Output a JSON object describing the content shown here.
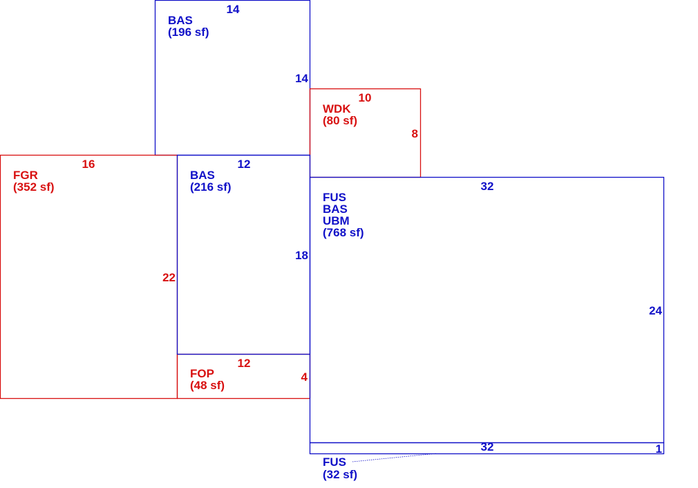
{
  "colors": {
    "blue": "#1010c8",
    "red": "#d81010"
  },
  "areas": [
    {
      "id": "bas-top",
      "code": "BAS",
      "area": "(196 sf)",
      "color": "blue",
      "dims": [
        "14",
        "14"
      ]
    },
    {
      "id": "wdk",
      "code": "WDK",
      "area": "(80 sf)",
      "color": "red",
      "dims": [
        "10",
        "8"
      ]
    },
    {
      "id": "fgr",
      "code": "FGR",
      "area": "(352 sf)",
      "color": "red",
      "dims": [
        "16",
        "22"
      ]
    },
    {
      "id": "bas-mid",
      "code": "BAS",
      "area": "(216 sf)",
      "color": "blue",
      "dims": [
        "12",
        "18"
      ]
    },
    {
      "id": "fop",
      "code": "FOP",
      "area": "(48 sf)",
      "color": "red",
      "dims": [
        "12",
        "4"
      ]
    },
    {
      "id": "main",
      "codes": [
        "FUS",
        "BAS",
        "UBM"
      ],
      "area": "(768 sf)",
      "color": "blue",
      "dims": [
        "32",
        "24"
      ]
    },
    {
      "id": "fus-strip",
      "code": "FUS",
      "area": "(32 sf)",
      "color": "blue",
      "dims": [
        "32",
        "1"
      ]
    }
  ]
}
